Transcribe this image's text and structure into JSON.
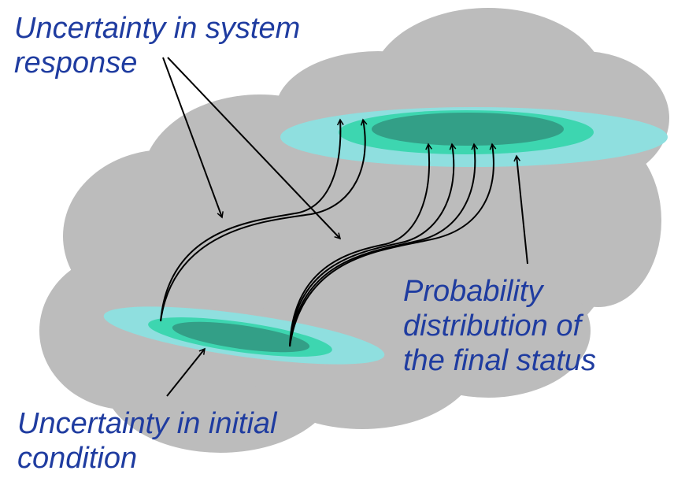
{
  "labels": {
    "system_response": [
      "Uncertainty in system",
      "response"
    ],
    "initial_condition": [
      "Uncertainty in initial",
      "condition"
    ],
    "final_status": [
      "Probability",
      "distribution of",
      "the final status"
    ]
  },
  "colors": {
    "cloud": "#bcbcbc",
    "outer_band": "#8fdfdf",
    "middle_band": "#3dd6b0",
    "inner_core": "#339f87",
    "arrows": "#000000",
    "text": "#1f3ca0"
  }
}
